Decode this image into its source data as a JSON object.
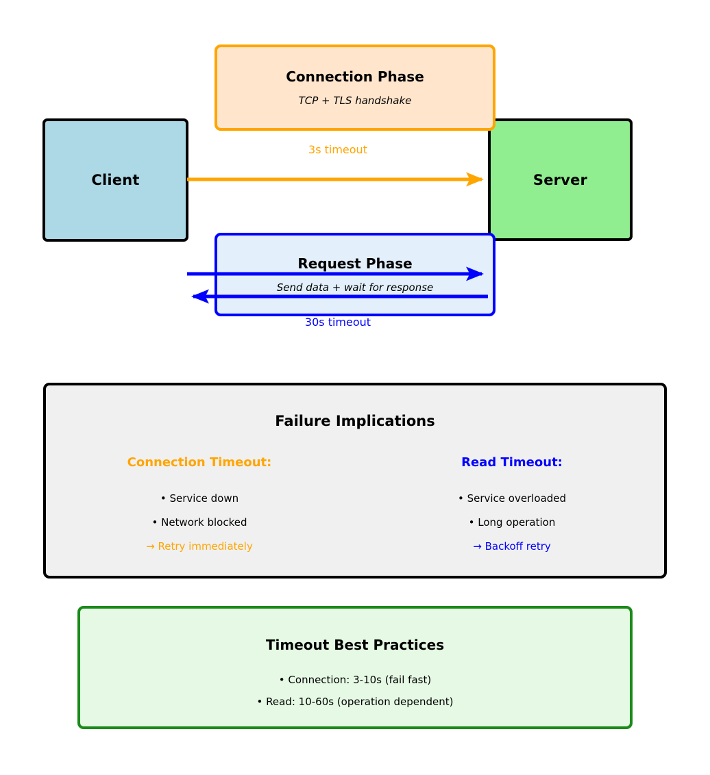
{
  "diagram": {
    "endpoints": {
      "client": {
        "label": "Client",
        "fill": "#ADD8E6"
      },
      "server": {
        "label": "Server",
        "fill": "#90EE90"
      }
    },
    "phases": [
      {
        "id": "connection",
        "title": "Connection Phase",
        "subtitle": "TCP + TLS handshake",
        "timeout_label": "3s timeout",
        "color": "#FFA500",
        "fill": "#FFE5CC"
      },
      {
        "id": "request",
        "title": "Request Phase",
        "subtitle": "Send data + wait for response",
        "timeout_label": "30s timeout",
        "color": "#0000FF",
        "fill": "#E3EFFB"
      }
    ]
  },
  "failure_panel": {
    "title": "Failure Implications",
    "columns": [
      {
        "title": "Connection Timeout:",
        "color": "#FFA500",
        "items": [
          "• Service down",
          "• Network blocked"
        ],
        "action": "→ Retry immediately"
      },
      {
        "title": "Read Timeout:",
        "color": "#0000FF",
        "items": [
          "• Service overloaded",
          "• Long operation"
        ],
        "action": "→ Backoff retry"
      }
    ]
  },
  "practices_panel": {
    "title": "Timeout Best Practices",
    "border_color": "#1A8A1A",
    "fill": "#E5F9E5",
    "items": [
      "• Connection: 3-10s (fail fast)",
      "• Read: 10-60s (operation dependent)"
    ]
  }
}
